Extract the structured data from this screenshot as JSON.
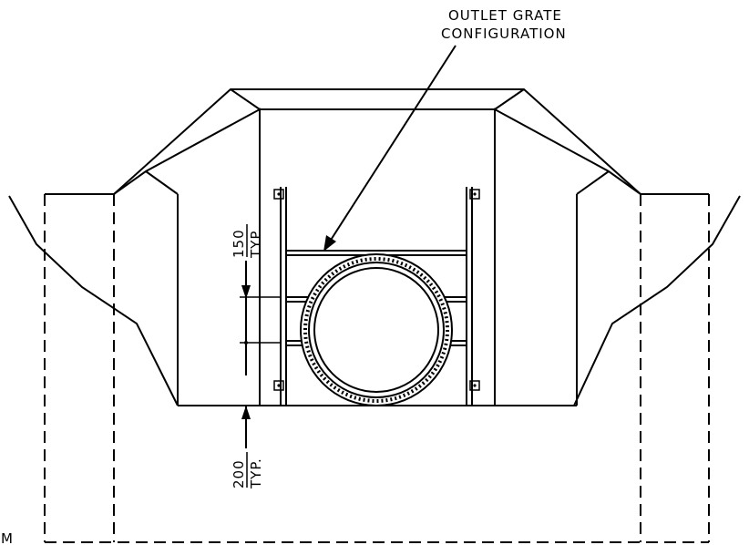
{
  "callout": {
    "line1": "OUTLET GRATE",
    "line2": "CONFIGURATION"
  },
  "dimensions": {
    "bar_spacing": {
      "value": "150",
      "note": "TYP."
    },
    "base_offset": {
      "value": "200",
      "note": "TYP."
    }
  },
  "edge_text": "M",
  "colors": {
    "line": "#000000",
    "background": "#ffffff"
  }
}
